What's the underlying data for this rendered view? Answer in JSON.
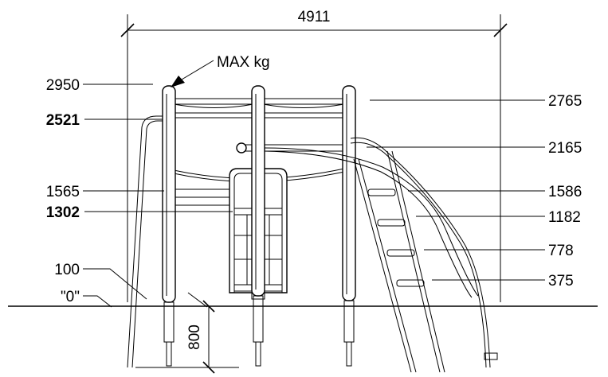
{
  "dimensions": {
    "overall_width": "4911",
    "max_load": "MAX kg",
    "left": [
      "2950",
      "2521",
      "1565",
      "1302",
      "100",
      "\"0\""
    ],
    "right": [
      "2765",
      "2165",
      "1586",
      "1182",
      "778",
      "375"
    ],
    "foundation_depth": "800"
  }
}
